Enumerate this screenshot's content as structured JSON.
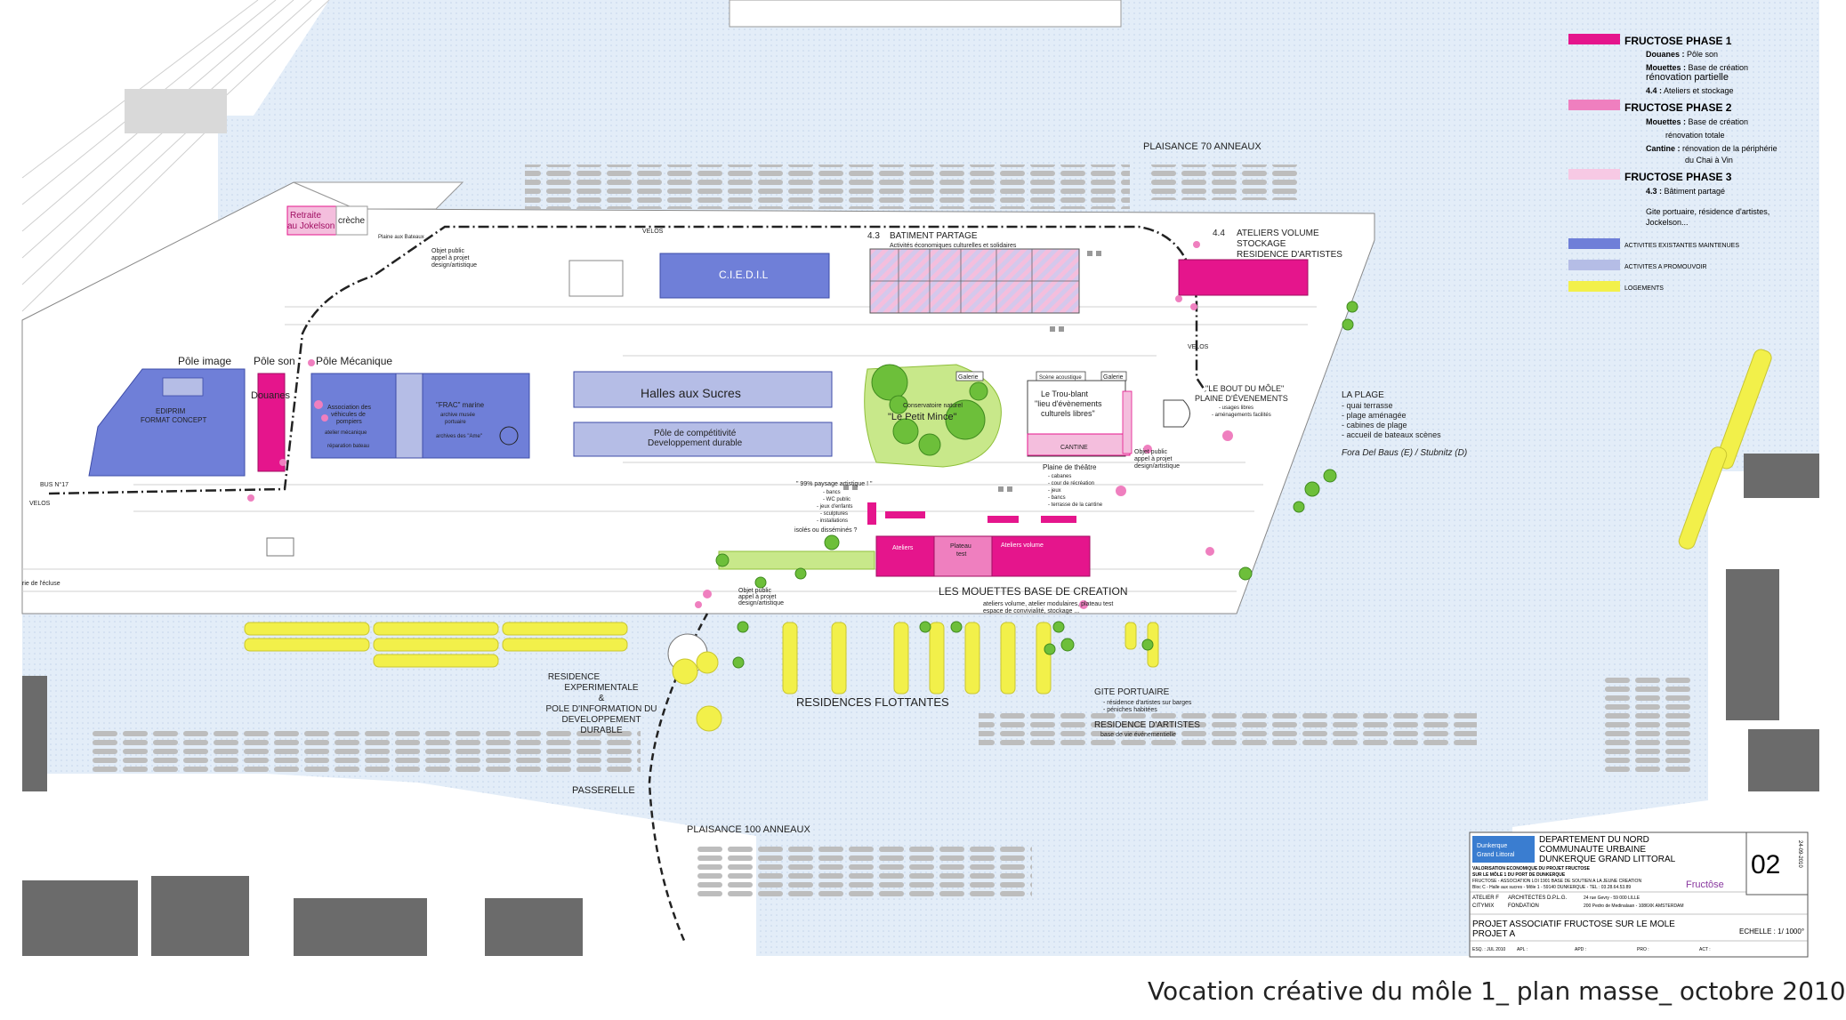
{
  "caption": "Vocation créative du môle 1_ plan masse_ octobre 2010",
  "colors": {
    "water": "#e2ecf7",
    "phase1": "#e5158c",
    "phase2": "#ef7fbf",
    "phase3": "#f7c9e4",
    "existing": "#6f7fd8",
    "promote": "#b5bde6",
    "housing": "#f2f04a",
    "green": "#6dbf3a"
  },
  "legend": {
    "phase1": {
      "title": "FRUCTOSE PHASE 1",
      "l1b": "Douanes :",
      "l1": " Pôle son",
      "l2b": "Mouettes :",
      "l2": " Base de création",
      "l3": "rénovation partielle",
      "l4b": "4.4 :",
      "l4": " Ateliers et stockage"
    },
    "phase2": {
      "title": "FRUCTOSE PHASE 2",
      "l1b": "Mouettes :",
      "l1": " Base de création",
      "l2": "rénovation totale",
      "l3b": "Cantine :",
      "l3": " rénovation de la périphérie",
      "l4": "du Chai à Vin"
    },
    "phase3": {
      "title": "FRUCTOSE PHASE 3",
      "l1b": "4.3 :",
      "l1": " Bâtiment partagé",
      "l2": "Gite portuaire, résidence d'artistes,",
      "l3": "Jockelson..."
    },
    "existing": "ACTIVITES  EXISTANTES MAINTENUES",
    "promote": "ACTIVITES A PROMOUVOIR",
    "housing": "LOGEMENTS"
  },
  "labels": {
    "plaisance70": "PLAISANCE 70 ANNEAUX",
    "plaisance100": "PLAISANCE 100 ANNEAUX",
    "retraite1": "Retraite",
    "retraite2": "au Jokelson",
    "creche": "crèche",
    "velos1": "VELOS",
    "velos2": "VELOS",
    "velos3": "VELOS",
    "bus": "BUS N°17",
    "ecluse": "rie de l'écluse",
    "plaine_bateaux": "Plaine aux Bateaux",
    "objet1": "Objet public",
    "objet2": "appel à projet",
    "objet3": "design/artistique",
    "bp_num": "4.3",
    "bp_title": "BATIMENT PARTAGE",
    "bp_sub": "Activités économiques culturelles et solidaires",
    "av_num": "4.4",
    "av1": "ATELIERS VOLUME",
    "av2": "STOCKAGE",
    "av3": "RESIDENCE D'ARTISTES",
    "cedil": "C.I.E.D.I.L",
    "pole_image": "Pôle image",
    "pole_son": "Pôle son",
    "pole_meca": "Pôle Mécanique",
    "douanes": "Douanes",
    "ediprim1": "EDIPRIM",
    "ediprim2": "FORMAT CONCEPT",
    "assoc1": "Association des",
    "assoc2": "véhicules de",
    "assoc3": "pompiers",
    "atelier_meca": "atelier mécanique",
    "reparation": "réparation bateau",
    "frac1": "\"FRAC\" marine",
    "frac2": "archive musée",
    "frac3": "portuaire",
    "archives": "archives des \"Ame\"",
    "halles": "Halles aux Sucres",
    "pole_comp1": "Pôle de compétitivité",
    "pole_comp2": "Developpement durable",
    "galerie1": "Galerie",
    "galerie2": "Galerie",
    "scene": "Scène acoustique",
    "cons": "Conservatoire naturel",
    "petit_mince": "\"Le Petit Mince\"",
    "troublant1": "Le Trou-blant",
    "troublant2": "\"lieu d'évènements",
    "troublant3": "culturels libres\"",
    "cantine": "CANTINE",
    "plaine_theatre": "Plaine de théâtre",
    "theatre_list": [
      "- cabanes",
      "- cour de récréation",
      "- jeux",
      "- bancs",
      "- terrasse de la cantine"
    ],
    "bout1": "\"LE BOUT DU MÔLE\"",
    "bout2": "PLAINE D'ÉVENEMENTS",
    "bout3": "- usages libres",
    "bout4": "- aménagements facilités",
    "plage_title": "LA PLAGE",
    "plage_list": [
      "- quai terrasse",
      "- plage aménagée",
      "- cabines de plage",
      "- accueil de bateaux scènes"
    ],
    "fora": "Fora Del Baus (E) / Stubnitz (D)",
    "paysage": "\" 99% paysage artistique ! \"",
    "paysage_list": [
      "- bancs",
      "- WC public",
      "- jeux d'enfants",
      "- sculptures",
      "- installations"
    ],
    "isoles": "isolés ou disséminés ?",
    "ateliers": "Ateliers",
    "plateau1": "Plateau",
    "plateau2": "test",
    "ateliers_volume": "Ateliers volume",
    "mouettes_title": "LES MOUETTES   BASE DE CREATION",
    "mouettes_sub1": "ateliers volume, atelier modulaires, plateau test",
    "mouettes_sub2": "espace de convivialité, stockage ...",
    "res_exp": [
      "RESIDENCE",
      "EXPERIMENTALE",
      "&",
      "POLE D'INFORMATION DU",
      "DEVELOPPEMENT",
      "DURABLE"
    ],
    "res_flot": "RESIDENCES FLOTTANTES",
    "gite1": "GITE PORTUAIRE",
    "gite2": "- résidence d'artistes sur barges",
    "gite3": "- péniches habitées",
    "resart1": "RESIDENCE D'ARTISTES",
    "resart2": "base de vie événementielle",
    "passerelle": "PASSERELLE"
  },
  "title_block": {
    "logo_l1": "Dunkerque",
    "logo_l2": "Grand Littoral",
    "dept1": "DEPARTEMENT DU NORD",
    "dept2": "COMMUNAUTE URBAINE",
    "dept3": "DUNKERQUE GRAND LITTORAL",
    "val1": "VALORISATION ECONOMIQUE  DU PROJET FRUCTOSE",
    "val2": "SUR LE MÔLE 1 DU PORT DE DUNKERQUE",
    "assoc": "FRUCTOSE - ASSOCIATION LOI 1901 BASE DE SOUTIEN A LA JEUNE CREATION",
    "addr": "Bloc C - Halle aux sucres - Môle 1 - 59140 DUNKERQUE - TEL : 03.28.64.53.89",
    "atelier_f": "ATELIER F",
    "architectes": "ARCHITECTES D.P.L.G.",
    "citymix": "CITYMIX",
    "fondation": "FONDATION",
    "addr_af": "24 rue Gevry - 59 000 LILLE",
    "addr_cm": "200 Pedro de Medinalaan - 1086XK AMSTERDAM",
    "projet1": "PROJET ASSOCIATIF FRUCTOSE SUR LE MOLE",
    "projet2": "PROJET A",
    "echelle": "ECHELLE : 1/ 1000°",
    "esq": "ESQ. : JUL 2010",
    "apl": "APL :",
    "apd": "APD :",
    "pro": "PRO :",
    "act": "ACT :",
    "number": "02",
    "date_vertical": "24-09-2010",
    "fructose_logo": "Fructôse"
  }
}
